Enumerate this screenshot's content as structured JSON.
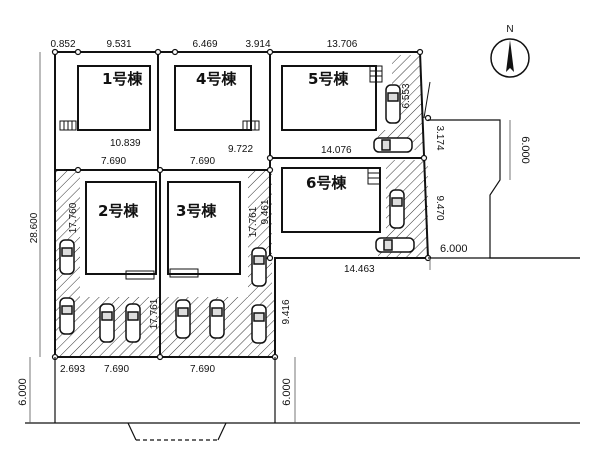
{
  "compass": {
    "north_label": "N"
  },
  "top_dims": [
    "0.852",
    "9.531",
    "6.469",
    "3.914",
    "13.706"
  ],
  "buildings": [
    "1号棟",
    "4号棟",
    "5号棟",
    "2号棟",
    "3号棟",
    "6号棟"
  ],
  "inner_dims": {
    "d_10839": "10.839",
    "d_9722": "9.722",
    "d_7690_a": "7.690",
    "d_7690_b": "7.690",
    "d_14076": "14.076",
    "d_6553": "6.553",
    "d_3174": "3.174",
    "d_9470": "9.470",
    "d_14463": "14.463",
    "d_17760": "17.760",
    "d_17761_a": "17.761",
    "d_9461": "9.461",
    "d_17761_b": "17.761",
    "d_9416": "9.416",
    "d_28600": "28.600"
  },
  "bottom_dims": [
    "2.693",
    "7.690",
    "7.690"
  ],
  "road_dims": {
    "right_road": "6.000",
    "right_road_lower": "6.000",
    "bottom_road_left": "6.000",
    "bottom_road_right": "6.000"
  }
}
